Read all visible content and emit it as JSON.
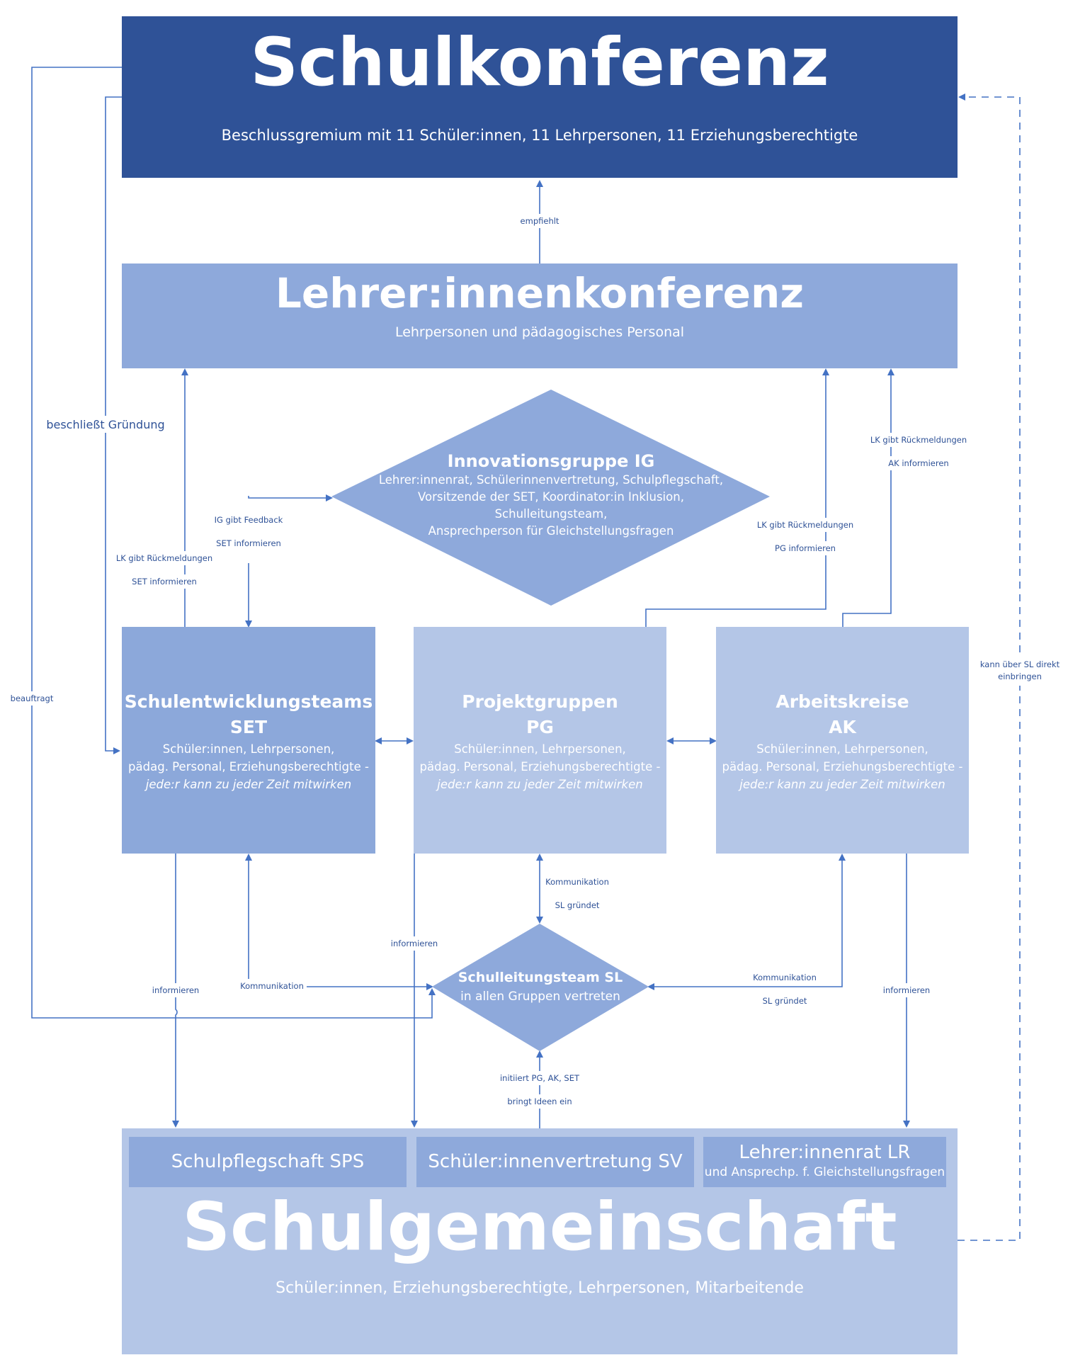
{
  "nodes": {
    "schulkonferenz": {
      "title": "Schulkonferenz",
      "subtitle": "Beschlussgremium mit 11 Schüler:innen, 11 Lehrpersonen, 11 Erziehungsberechtigte"
    },
    "lehrerkonferenz": {
      "title": "Lehrer:innenkonferenz",
      "subtitle": "Lehrpersonen und pädagogisches Personal"
    },
    "innovationsgruppe": {
      "title": "Innovationsgruppe IG",
      "lines": [
        "Lehrer:innenrat, Schülerinnenvertretung, Schulpflegschaft,",
        "Vorsitzende der SET, Koordinator:in Inklusion,",
        "Schulleitungsteam,",
        "Ansprechperson für Gleichstellungsfragen"
      ]
    },
    "set": {
      "title1": "Schulentwicklungsteams",
      "title2": "SET",
      "line1": "Schüler:innen, Lehrpersonen,",
      "line2": "pädag. Personal, Erziehungsberechtigte -",
      "line3": "jede:r kann zu jeder Zeit mitwirken"
    },
    "pg": {
      "title1": "Projektgruppen",
      "title2": "PG",
      "line1": "Schüler:innen, Lehrpersonen,",
      "line2": "pädag. Personal, Erziehungsberechtigte -",
      "line3": "jede:r kann zu jeder Zeit mitwirken"
    },
    "ak": {
      "title1": "Arbeitskreise",
      "title2": "AK",
      "line1": "Schüler:innen, Lehrpersonen,",
      "line2": "pädag. Personal, Erziehungsberechtigte -",
      "line3": "jede:r kann zu jeder Zeit mitwirken"
    },
    "schulleitung": {
      "title": "Schulleitungsteam SL",
      "subtitle": "in allen Gruppen vertreten"
    },
    "sps": {
      "title": "Schulpflegschaft SPS"
    },
    "sv": {
      "title": "Schüler:innenvertretung SV"
    },
    "lr": {
      "title": "Lehrer:innenrat LR",
      "subtitle": "und Ansprechp. f. Gleichstellungsfragen"
    },
    "schulgemeinschaft": {
      "title": "Schulgemeinschaft",
      "subtitle": "Schüler:innen, Erziehungsberechtigte, Lehrpersonen, Mitarbeitende"
    }
  },
  "edge_labels": {
    "empfiehlt": "empfiehlt",
    "beschliesst_gruendung": "beschließt Gründung",
    "beauftragt": "beauftragt",
    "ig_feedback": "IG gibt Feedback",
    "set_informieren_a": "SET informieren",
    "lk_rueck_set": "LK gibt Rückmeldungen",
    "set_informieren_b": "SET informieren",
    "lk_rueck_pg": "LK gibt Rückmeldungen",
    "pg_informieren": "PG informieren",
    "lk_rueck_ak": "LK gibt Rückmeldungen",
    "ak_informieren": "AK informieren",
    "kann_ueber_sl_1": "kann über SL direkt",
    "kann_ueber_sl_2": "einbringen",
    "kommunikation_pg": "Kommunikation",
    "sl_gruendet_pg": "SL gründet",
    "informieren_pg": "informieren",
    "informieren_set": "informieren",
    "kommunikation_set": "Kommunikation",
    "kommunikation_ak": "Kommunikation",
    "sl_gruendet_ak": "SL gründet",
    "informieren_ak": "informieren",
    "initiiert": "initiiert PG, AK, SET",
    "bringt_ideen": "bringt Ideen ein"
  },
  "colors": {
    "dark_blue": "#2f5297",
    "mid_blue": "#8ea9db",
    "light_blue": "#b4c6e7",
    "line_blue": "#4472c4"
  }
}
